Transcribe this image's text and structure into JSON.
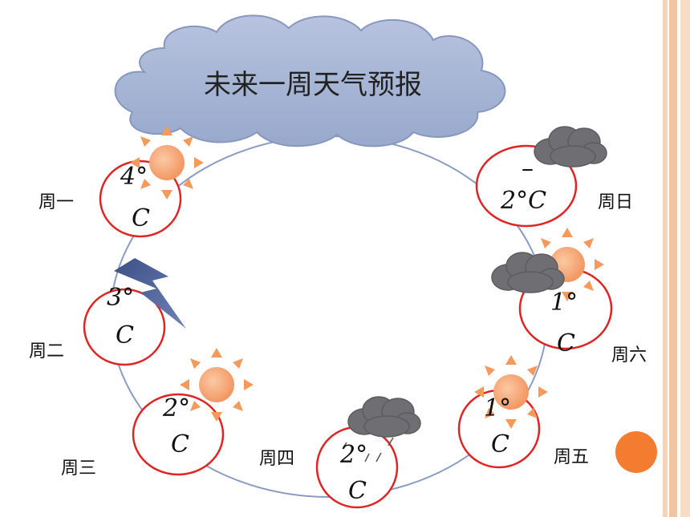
{
  "title": "未来一周天气预报",
  "days": [
    {
      "label": "周一",
      "temp": "4°",
      "unit": "C",
      "weather": "sunny-icon"
    },
    {
      "label": "周二",
      "temp": "3°",
      "unit": "C",
      "weather": "lightning-icon"
    },
    {
      "label": "周三",
      "temp": "2°",
      "unit": "C",
      "weather": "sunny-icon"
    },
    {
      "label": "周四",
      "temp": "2°",
      "unit": "C",
      "weather": "rain-cloud-icon"
    },
    {
      "label": "周五",
      "temp": "1°",
      "unit": "C",
      "weather": "sunny-icon"
    },
    {
      "label": "周六",
      "temp": "1°",
      "unit": "C",
      "weather": "partly-cloudy-icon"
    },
    {
      "label": "周日",
      "temp": "2°C",
      "unit": "",
      "weather": "cloud-icon"
    }
  ],
  "colors": {
    "cloud_fill": "#a4b3d3",
    "ring_stroke": "#8a9cc4",
    "day_circle": "#e02424",
    "sun_fill": "#f6a674",
    "sun_rays": "#f59a5a",
    "dark_cloud": "#6f6f73",
    "side_bar": "#f4c7a5",
    "accent_dot": "#f47c30"
  }
}
